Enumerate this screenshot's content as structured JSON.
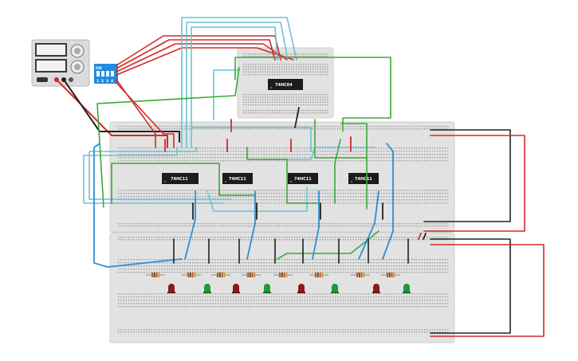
{
  "workspace": {
    "title": "",
    "colors": {
      "board": "#e2e2e2",
      "hole": "#8a8a8a",
      "rail_red": "#d9534f",
      "rail_blue": "#5b8fd8",
      "wire_red": "#d62828",
      "wire_black": "#222222",
      "wire_green": "#3aaa35",
      "wire_cyan": "#6cc1d6",
      "wire_blue": "#2d8fd5",
      "led_red": "#8b1a1a",
      "led_green": "#1e9a3a",
      "chip": "#1c1c1c"
    }
  },
  "components": {
    "power_supply": {
      "name": "power-supply",
      "icon": "power-supply-icon"
    },
    "dip_switch": {
      "header": "ON",
      "pins": [
        "1",
        "2",
        "3",
        "4"
      ]
    },
    "chips": [
      {
        "id": "u-top",
        "label": "74HC04"
      },
      {
        "id": "u1",
        "label": "74HC11"
      },
      {
        "id": "u2",
        "label": "74HC11"
      },
      {
        "id": "u3",
        "label": "74HC11"
      },
      {
        "id": "u4",
        "label": "74HC11"
      }
    ],
    "leds": [
      "red",
      "green",
      "red",
      "green",
      "red",
      "green",
      "red",
      "green"
    ],
    "resistor_count": 8
  }
}
